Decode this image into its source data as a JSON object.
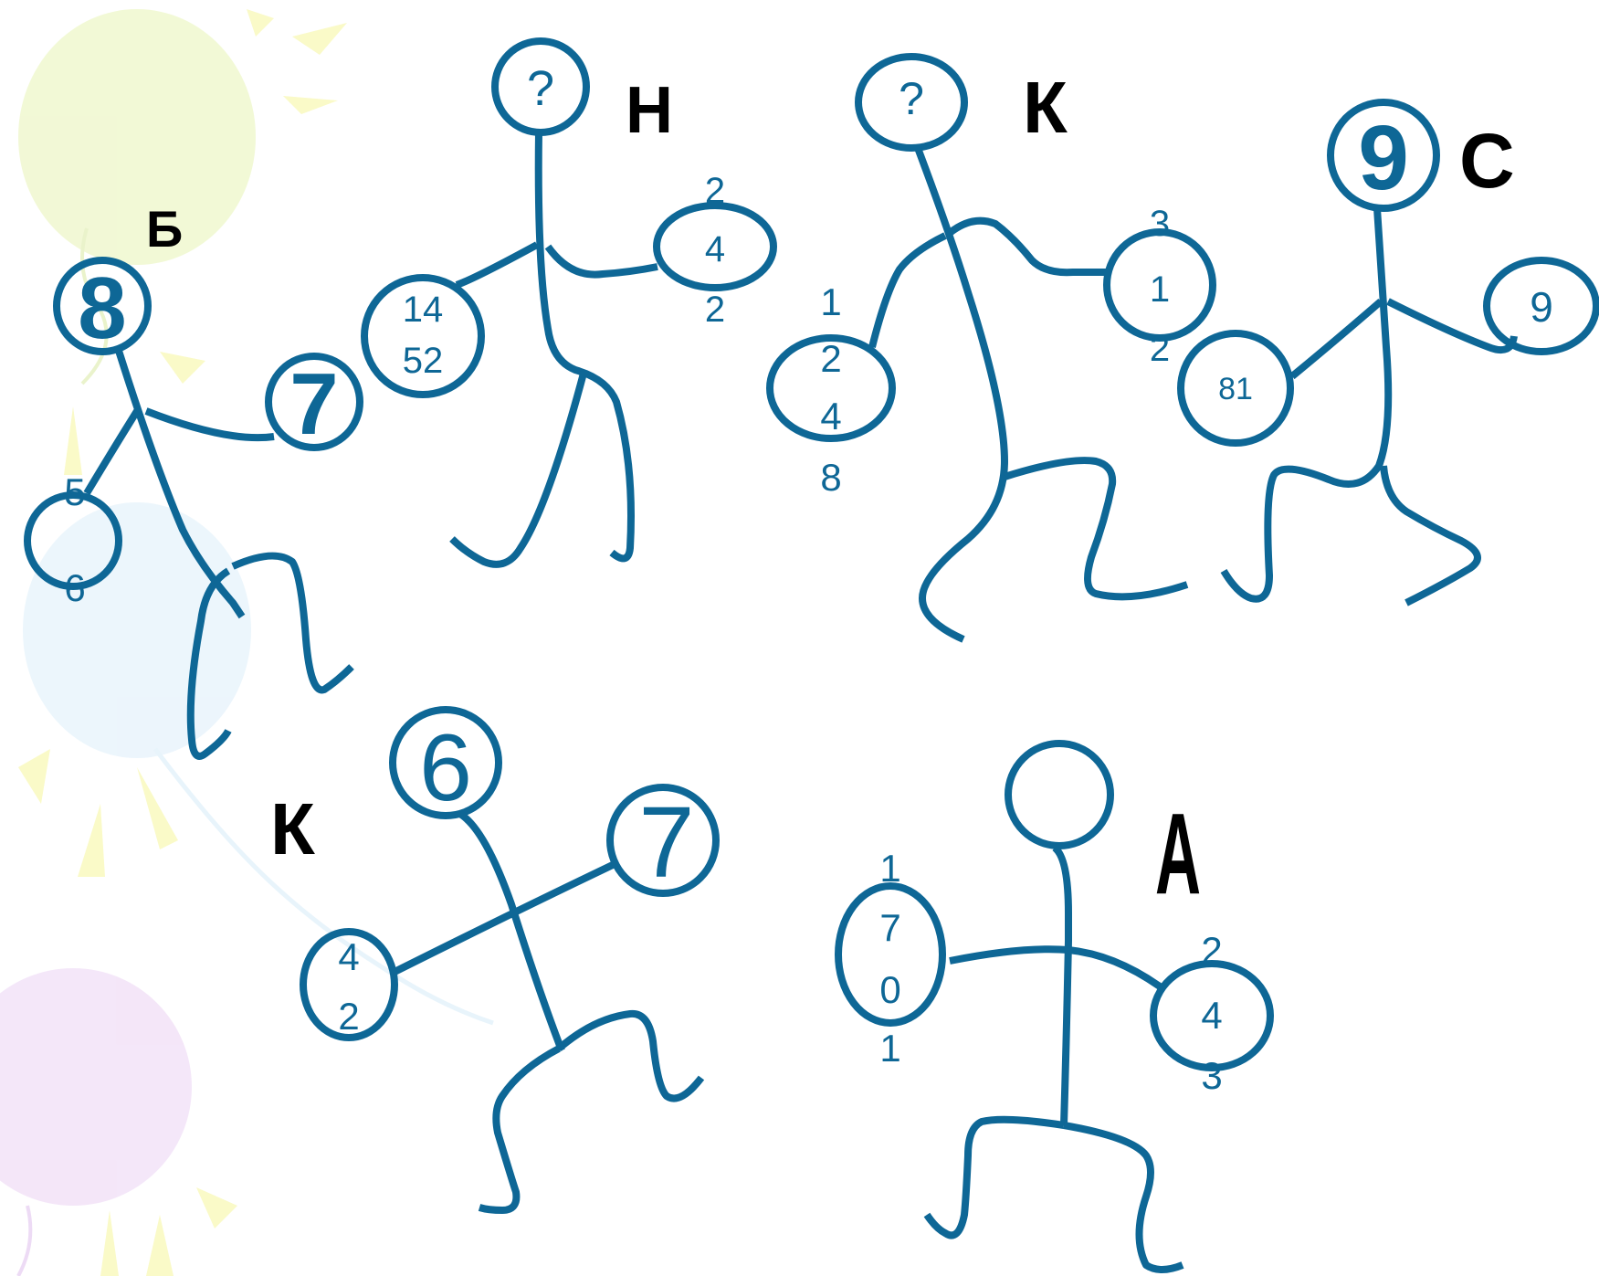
{
  "figures": {
    "b": {
      "letter": "Б",
      "head": "8",
      "hand_right": "7",
      "hand_left": [
        "5",
        "6"
      ]
    },
    "n": {
      "letter": "Н",
      "head": "?",
      "hand_left": [
        "14",
        "52"
      ],
      "hand_right": [
        "2",
        "4",
        "2"
      ]
    },
    "k1": {
      "letter": "К",
      "head": "?",
      "hand_left": [
        "1",
        "2",
        "4",
        "8"
      ],
      "hand_right": [
        "3",
        "1",
        "2"
      ]
    },
    "s": {
      "letter": "С",
      "head": "9",
      "hand_left": "81",
      "hand_right": "9"
    },
    "k2": {
      "letter": "К",
      "head": "6",
      "hand_right": "7",
      "hand_left": [
        "4",
        "2"
      ]
    },
    "a": {
      "letter": "А",
      "head": "",
      "hand_left": [
        "1",
        "7",
        "0",
        "1"
      ],
      "hand_right": [
        "2",
        "4",
        "3"
      ]
    }
  },
  "colors": {
    "figure": "#0E6796",
    "letters": "#000000"
  }
}
